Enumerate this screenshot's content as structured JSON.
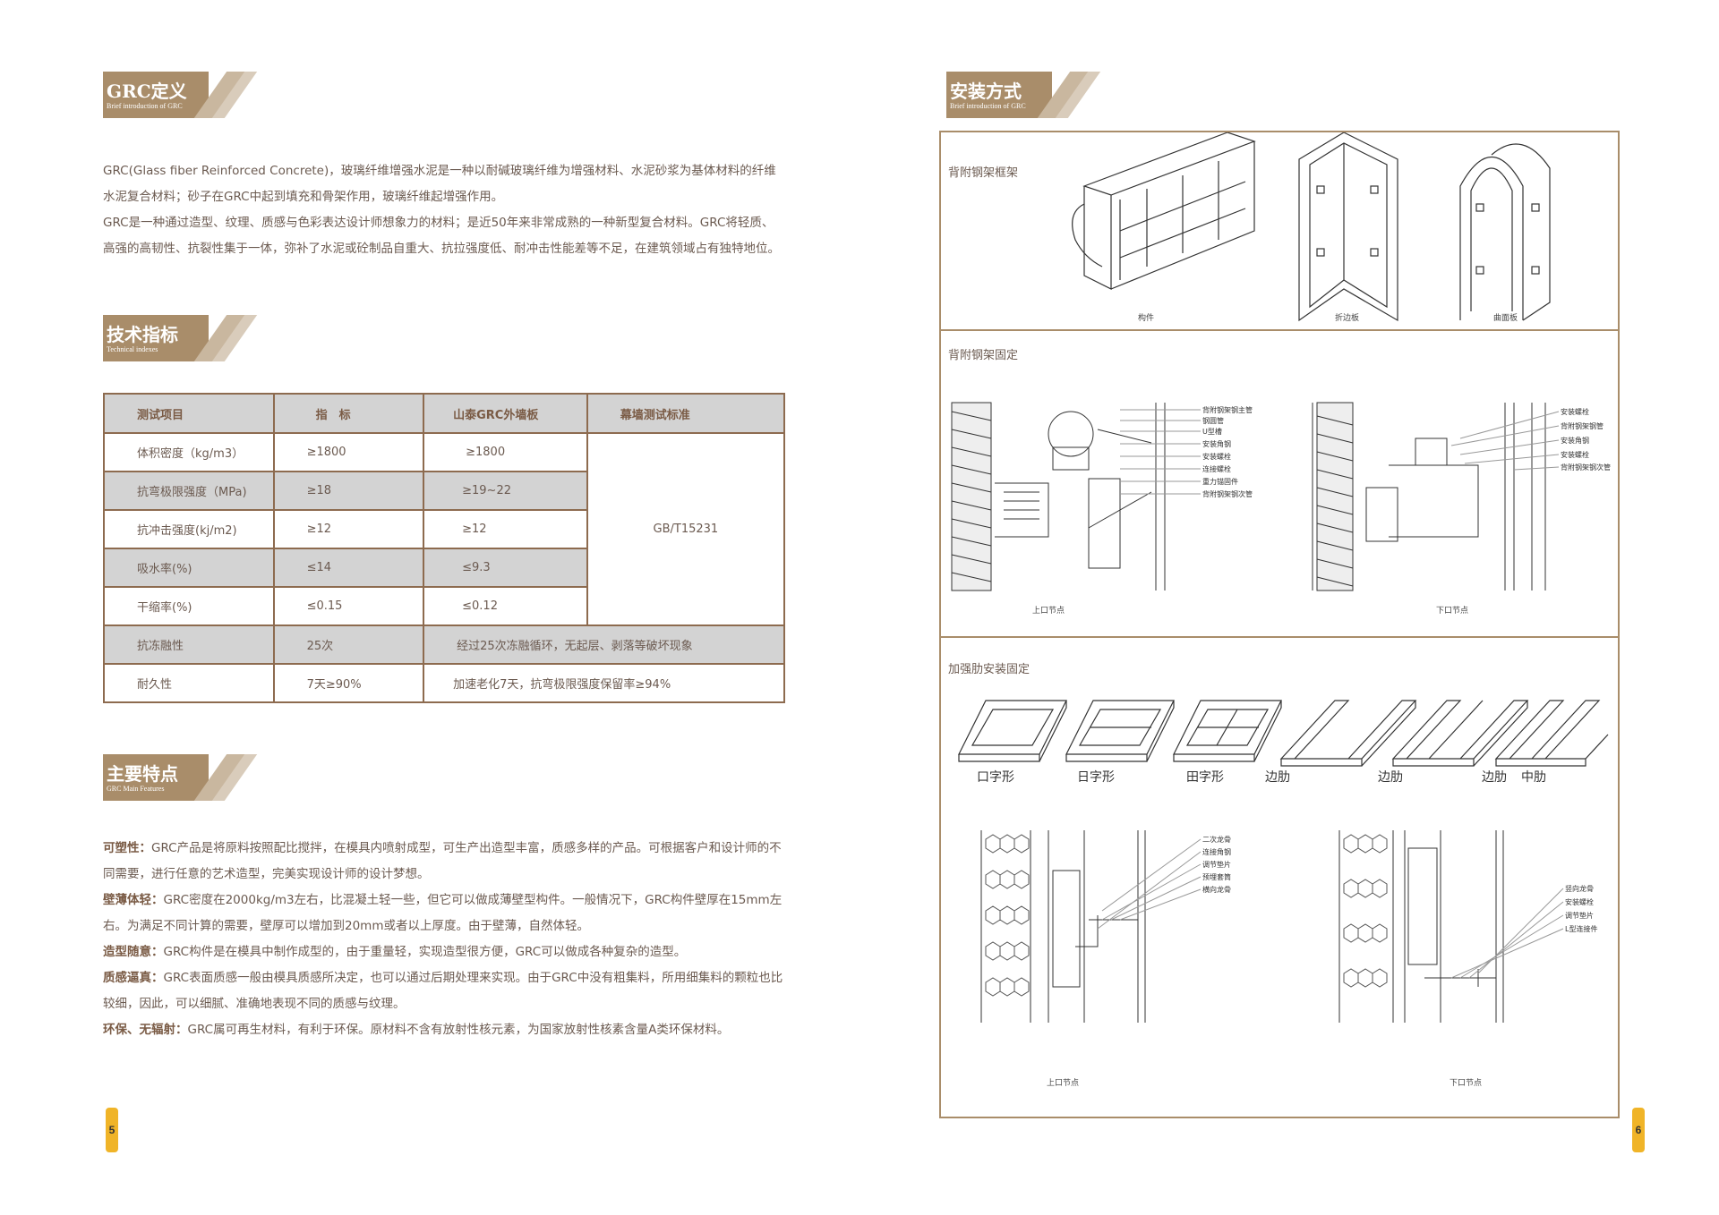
{
  "left": {
    "section1": {
      "title": "GRC定义",
      "subtitle": "Brief introduction of GRC"
    },
    "intro_p1": "GRC(Glass fiber Reinforced Concrete)，玻璃纤维增强水泥是一种以耐碱玻璃纤维为增强材料、水泥砂浆为基体材料的纤维水泥复合材料；砂子在GRC中起到填充和骨架作用，玻璃纤维起增强作用。",
    "intro_p2": "GRC是一种通过造型、纹理、质感与色彩表达设计师想象力的材料；是近50年来非常成熟的一种新型复合材料。GRC将轻质、高强的高韧性、抗裂性集于一体，弥补了水泥或砼制品自重大、抗拉强度低、耐冲击性能差等不足，在建筑领域占有独特地位。",
    "section2": {
      "title": "技术指标",
      "subtitle": "Technical indexes"
    },
    "table": {
      "headers": [
        "测试项目",
        "指　标",
        "山泰GRC外墙板",
        "幕墙测试标准"
      ],
      "rows": [
        {
          "item": "体积密度（kg/m3）",
          "spec": "≥1800",
          "value": "≥1800"
        },
        {
          "item": "抗弯极限强度（MPa)",
          "spec": "≥18",
          "value": "≥19~22"
        },
        {
          "item": "抗冲击强度(kj/m2)",
          "spec": "≥12",
          "value": "≥12"
        },
        {
          "item": "吸水率(%)",
          "spec": "≤14",
          "value": "≤9.3"
        },
        {
          "item": "干缩率(%)",
          "spec": "≤0.15",
          "value": "≤0.12"
        }
      ],
      "standard": "GB/T15231",
      "row_freeze": {
        "item": "抗冻融性",
        "spec": "25次",
        "value": "经过25次冻融循环，无起层、剥落等破坏现象"
      },
      "row_durable": {
        "item": "耐久性",
        "spec": "7天≥90%",
        "value": "加速老化7天，抗弯极限强度保留率≥94%"
      }
    },
    "section3": {
      "title": "主要特点",
      "subtitle": "GRC Main Features"
    },
    "features": [
      {
        "label": "可塑性：",
        "text": "GRC产品是将原料按照配比搅拌，在模具内喷射成型，可生产出造型丰富，质感多样的产品。可根据客户和设计师的不同需要，进行任意的艺术造型，完美实现设计师的设计梦想。"
      },
      {
        "label": "壁薄体轻：",
        "text": "GRC密度在2000kg/m3左右，比混凝土轻一些，但它可以做成薄壁型构件。一般情况下，GRC构件壁厚在15mm左右。为满足不同计算的需要，壁厚可以增加到20mm或者以上厚度。由于壁薄，自然体轻。"
      },
      {
        "label": "造型随意：",
        "text": "GRC构件是在模具中制作成型的，由于重量轻，实现造型很方便，GRC可以做成各种复杂的造型。"
      },
      {
        "label": "质感逼真：",
        "text": "GRC表面质感一般由模具质感所决定，也可以通过后期处理来实现。由于GRC中没有粗集料，所用细集料的颗粒也比较细，因此，可以细腻、准确地表现不同的质感与纹理。"
      },
      {
        "label": "环保、无辐射：",
        "text": "GRC属可再生材料，有利于环保。原材料不含有放射性核元素，为国家放射性核素含量A类环保材料。"
      }
    ],
    "page_number": "5"
  },
  "right": {
    "section": {
      "title": "安装方式",
      "subtitle": "Brief introduction of GRC"
    },
    "pane1": {
      "label": "背附钢架框架",
      "captions": [
        "构件",
        "折边板",
        "曲面板"
      ]
    },
    "pane2": {
      "label": "背附钢架固定",
      "notes_left": [
        "背附钢架钢主管",
        "钢圆管",
        "U型槽",
        "安装角钢",
        "安装螺栓",
        "连接螺栓",
        "重力锚固件",
        "背附钢架钢次管"
      ],
      "notes_right": [
        "安装螺栓",
        "背附钢架钢管",
        "安装角钢",
        "安装螺栓",
        "背附钢架钢次管"
      ],
      "captions": [
        "上口节点",
        "下口节点"
      ]
    },
    "pane3": {
      "label": "加强肋安装固定",
      "shapes": [
        "口字形",
        "日字形",
        "田字形",
        "边肋",
        "边肋",
        "边肋",
        "中肋"
      ],
      "notes_left": [
        "二次龙骨",
        "连接角钢",
        "调节垫片",
        "预埋套筒",
        "横向龙骨"
      ],
      "notes_right": [
        "竖向龙骨",
        "安装螺栓",
        "调节垫片",
        "L型连接件"
      ],
      "captions": [
        "上口节点",
        "下口节点"
      ]
    },
    "page_number": "6"
  }
}
